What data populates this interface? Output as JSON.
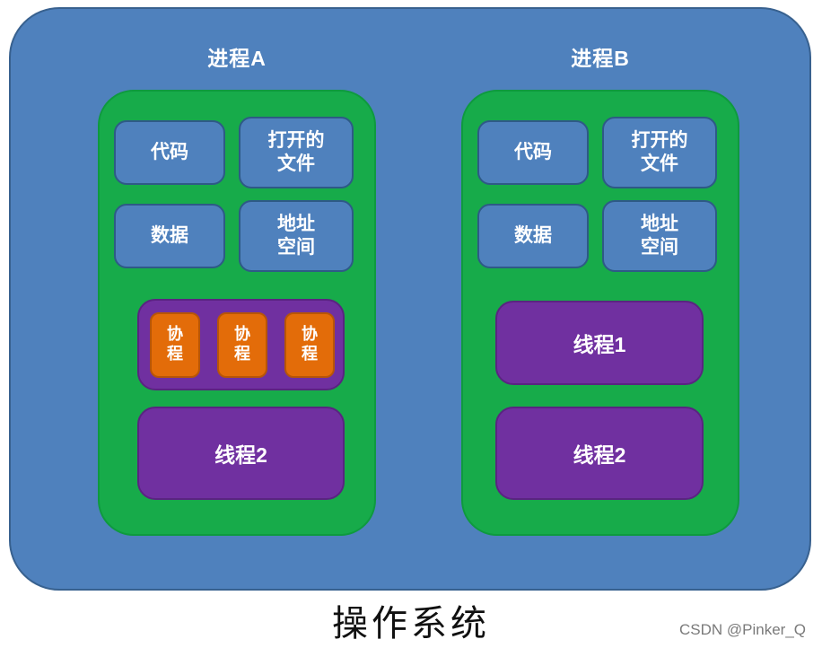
{
  "os_label": "操作系统",
  "watermark": "CSDN @Pinker_Q",
  "colors": {
    "outer": "#4f81bd",
    "green": "#17ab4a",
    "block": "#4f81bd",
    "purple": "#7030a0",
    "orange": "#e36c09"
  },
  "processes": [
    {
      "title": "进程A",
      "blocks": [
        {
          "label": "代码"
        },
        {
          "label": "打开的\n文件"
        },
        {
          "label": "数据"
        },
        {
          "label": "地址\n空间"
        }
      ],
      "coroutines": [
        {
          "label": "协\n程"
        },
        {
          "label": "协\n程"
        },
        {
          "label": "协\n程"
        }
      ],
      "threads": [
        {
          "label": "线程2"
        }
      ]
    },
    {
      "title": "进程B",
      "blocks": [
        {
          "label": "代码"
        },
        {
          "label": "打开的\n文件"
        },
        {
          "label": "数据"
        },
        {
          "label": "地址\n空间"
        }
      ],
      "threads": [
        {
          "label": "线程1"
        },
        {
          "label": "线程2"
        }
      ]
    }
  ]
}
